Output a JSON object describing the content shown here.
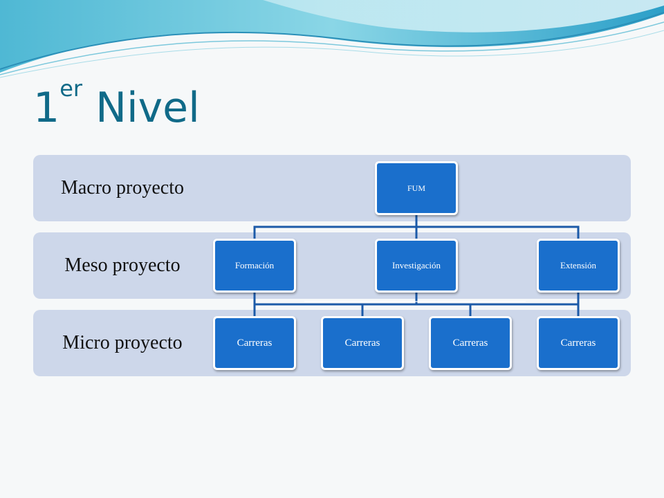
{
  "slide": {
    "title_main": "1",
    "title_sup": "er",
    "title_rest": " Nivel"
  },
  "levels": [
    {
      "label": "Macro proyecto"
    },
    {
      "label": "Meso proyecto"
    },
    {
      "label": "Micro proyecto"
    }
  ],
  "org_chart": {
    "root": "FUM",
    "middle": [
      "Formación",
      "Investigación",
      "Extensión"
    ],
    "bottom": [
      "Carreras",
      "Carreras",
      "Carreras",
      "Carreras"
    ]
  },
  "colors": {
    "title": "#106a88",
    "band": "#cdd7ea",
    "node_fill": "#1a6fcc",
    "connector": "#1c5aa8"
  }
}
